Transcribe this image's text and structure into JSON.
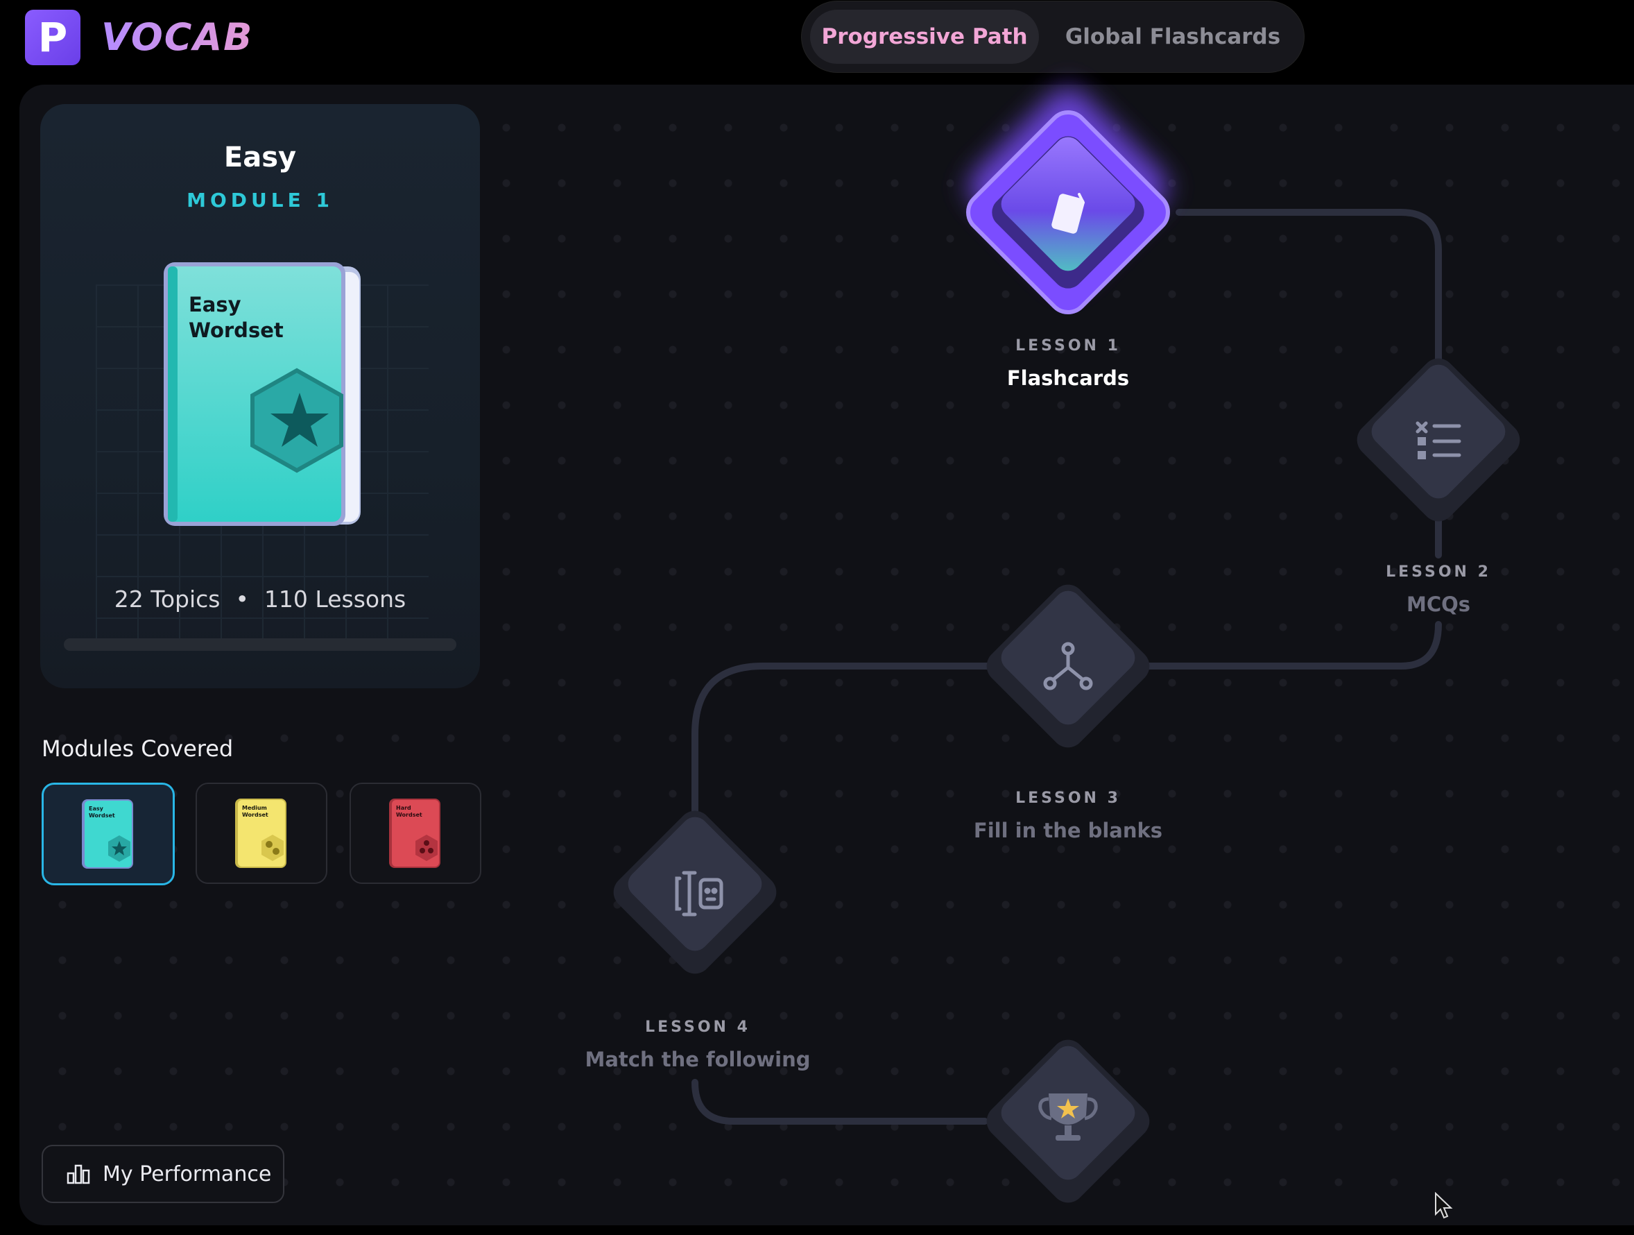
{
  "header": {
    "logo_letter": "P",
    "brand": "VOCAB",
    "tabs": [
      {
        "label": "Progressive Path",
        "active": true
      },
      {
        "label": "Global Flashcards",
        "active": false
      }
    ]
  },
  "module_card": {
    "title": "Easy",
    "subtitle": "MODULE 1",
    "book_title_line1": "Easy",
    "book_title_line2": "Wordset",
    "topics": "22 Topics",
    "separator": "•",
    "lessons": "110 Lessons",
    "progress": 0
  },
  "modules_covered": {
    "title": "Modules Covered",
    "items": [
      {
        "name": "easy",
        "label_line1": "Easy",
        "label_line2": "Wordset",
        "color": "#39d4cf",
        "selected": true
      },
      {
        "name": "medium",
        "label_line1": "Medium",
        "label_line2": "Wordset",
        "color": "#f2e36b",
        "selected": false
      },
      {
        "name": "hard",
        "label_line1": "Hard",
        "label_line2": "Wordset",
        "color": "#d9424f",
        "selected": false
      }
    ]
  },
  "performance_button": {
    "label": "My Performance",
    "icon": "bar-chart-icon"
  },
  "lessons": [
    {
      "tag": "LESSON 1",
      "name": "Flashcards",
      "icon": "flashcard-icon",
      "active": true
    },
    {
      "tag": "LESSON 2",
      "name": "MCQs",
      "icon": "checklist-icon",
      "active": false
    },
    {
      "tag": "LESSON 3",
      "name": "Fill in the blanks",
      "icon": "nodes-icon",
      "active": false
    },
    {
      "tag": "LESSON 4",
      "name": "Match the following",
      "icon": "match-icon",
      "active": false
    },
    {
      "tag": "",
      "name": "",
      "icon": "trophy-icon",
      "active": false
    }
  ],
  "colors": {
    "accent_purple": "#7b4dff",
    "accent_pink": "#f2a6d6",
    "accent_cyan": "#2ec9d8"
  }
}
